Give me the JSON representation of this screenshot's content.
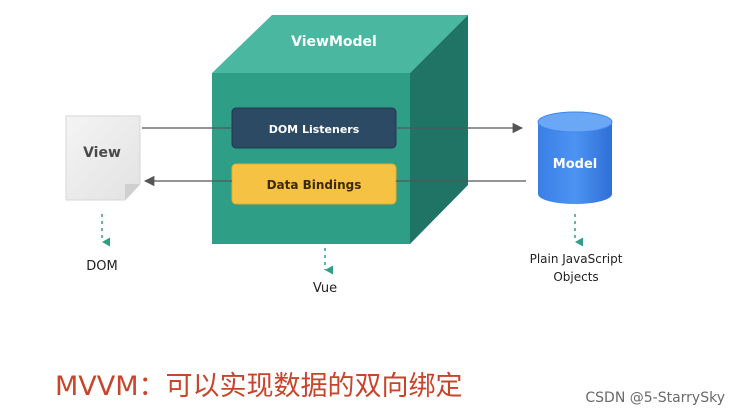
{
  "diagram": {
    "viewmodel_title": "ViewModel",
    "dom_listeners_label": "DOM Listeners",
    "data_bindings_label": "Data Bindings",
    "view_label": "View",
    "model_label": "Model",
    "dom_label": "DOM",
    "vue_label": "Vue",
    "plain_js_line1": "Plain JavaScript",
    "plain_js_line2": "Objects"
  },
  "caption": "MVVM：可以实现数据的双向绑定",
  "watermark": "CSDN @5-StarrySky",
  "colors": {
    "cube_front": "#2f9e87",
    "cube_top": "#4ab7a0",
    "cube_side": "#1f7466",
    "dom_listeners_fill": "#2c4a63",
    "data_bindings_fill": "#f6c244",
    "model_blue": "#3f86ec",
    "caption_red": "#c8442a",
    "arrow_gray": "#555555"
  }
}
